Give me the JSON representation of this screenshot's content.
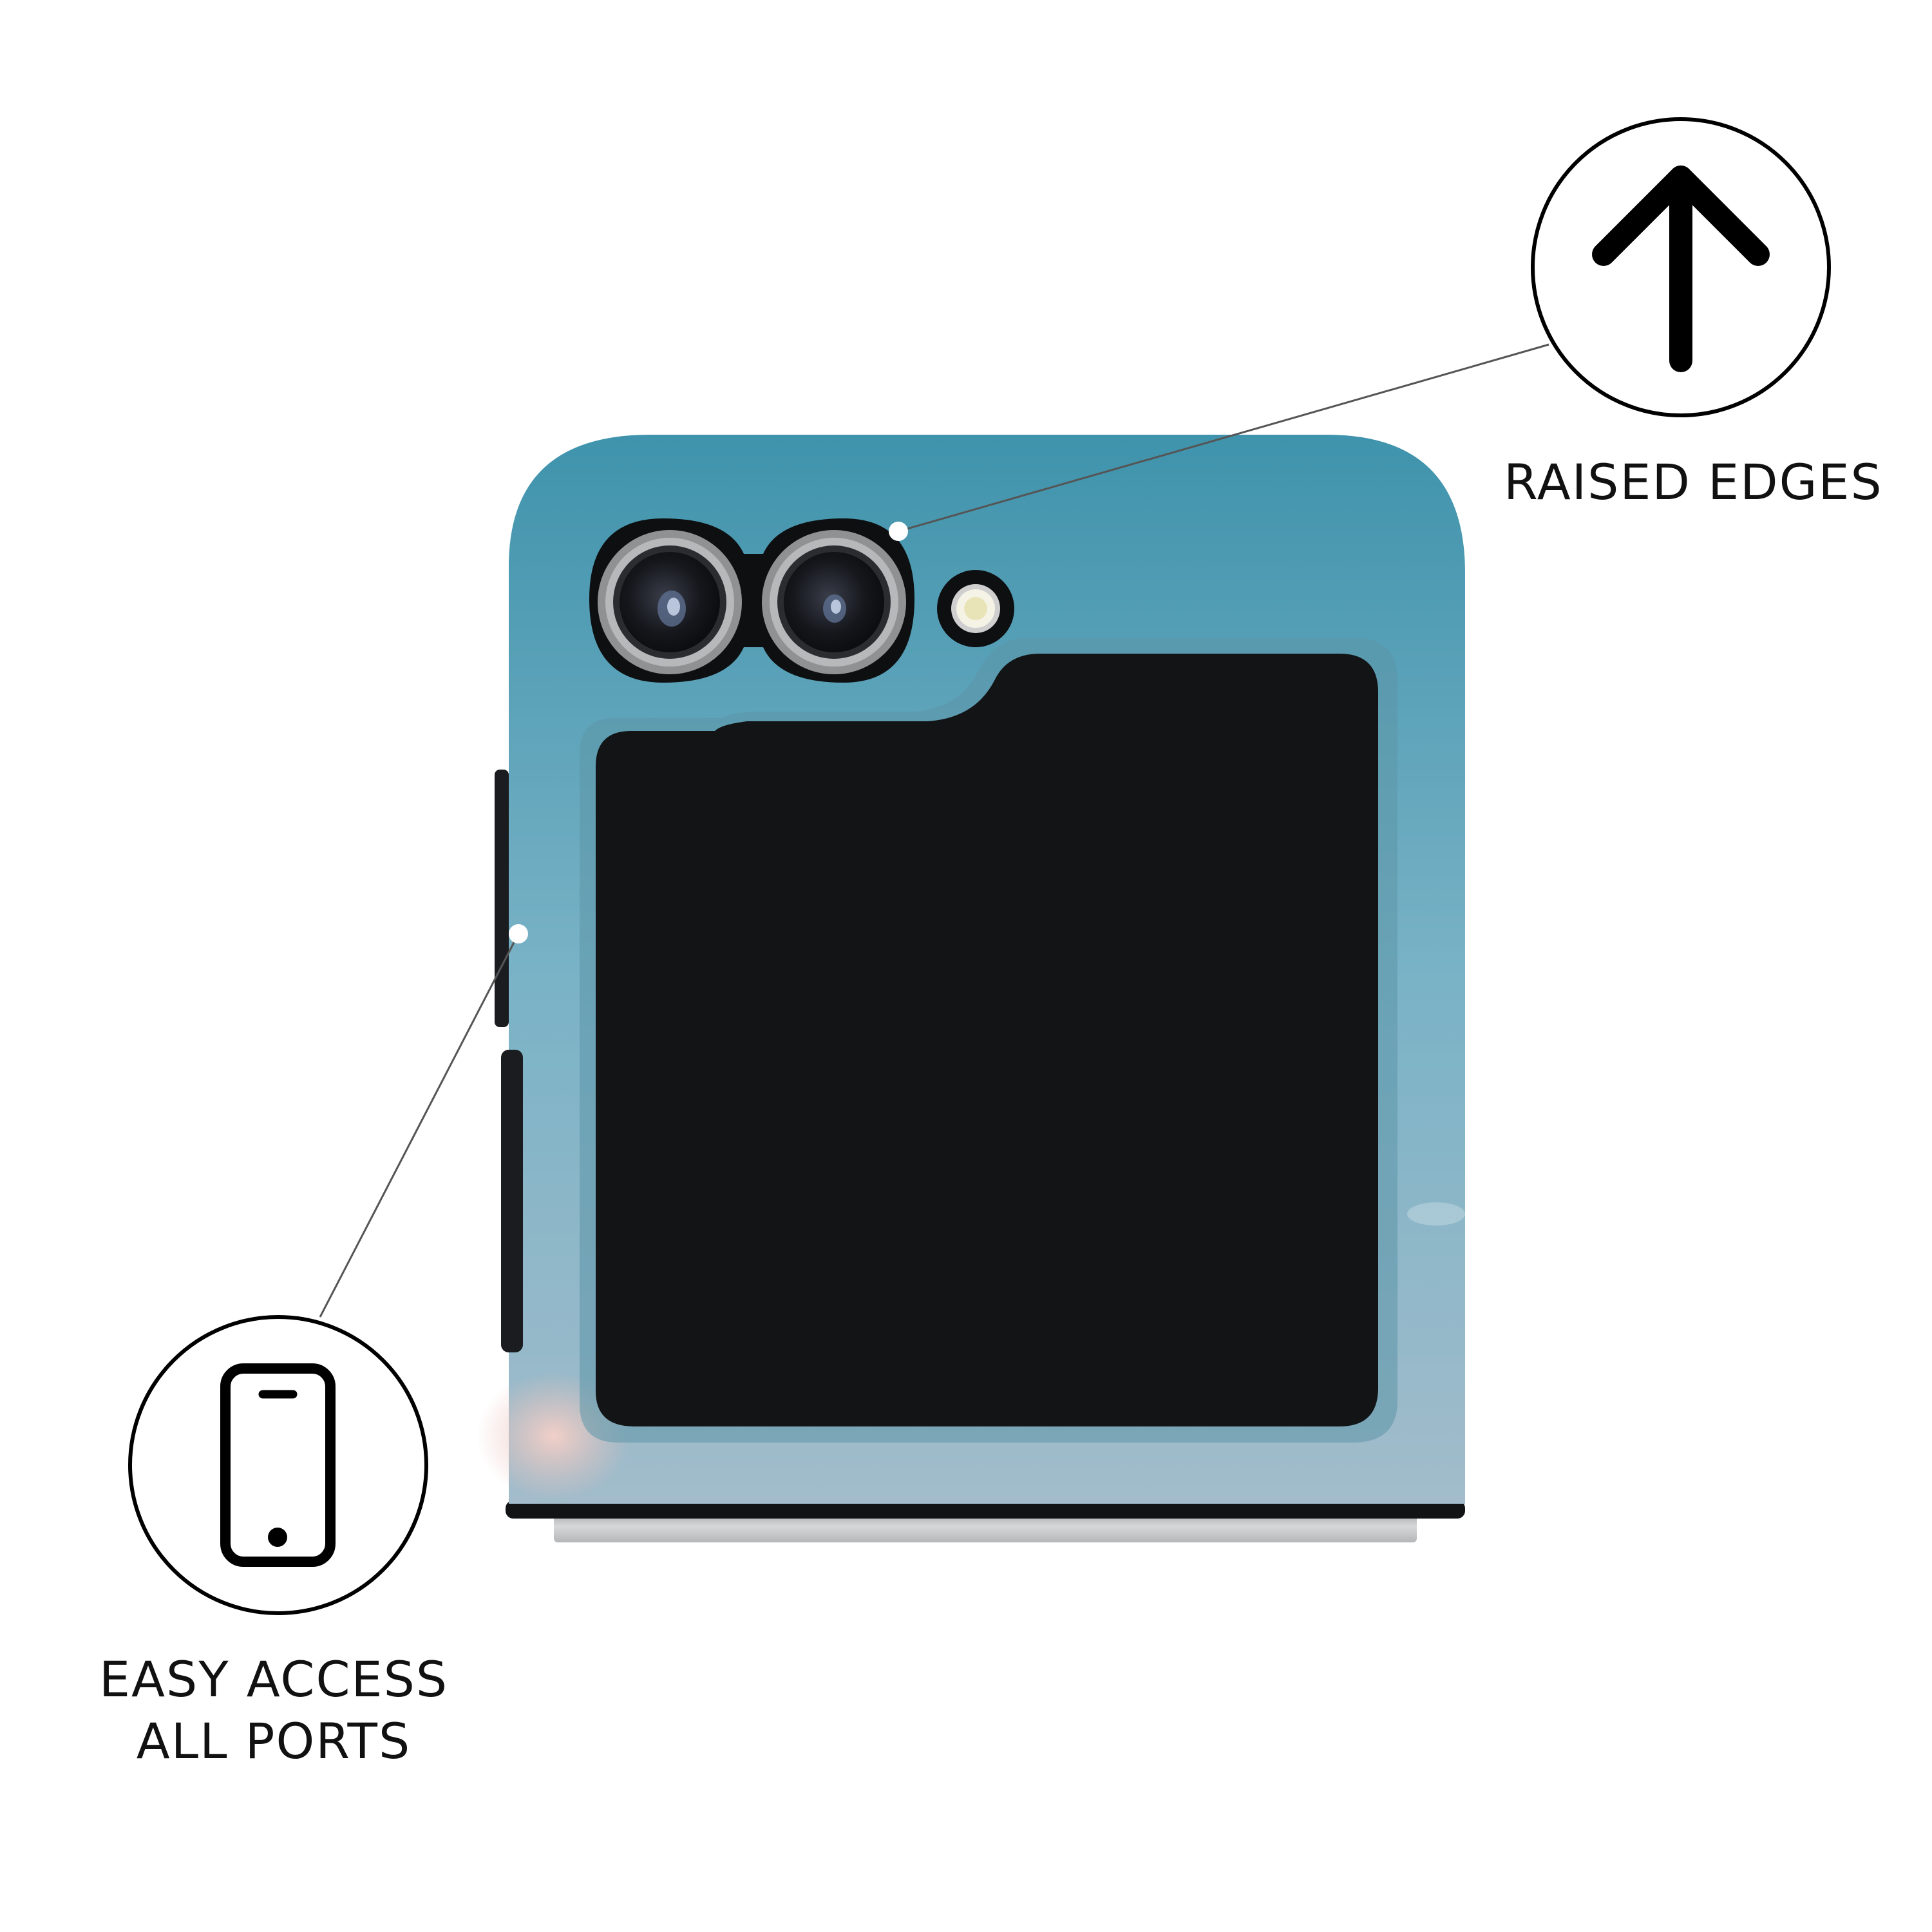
{
  "callouts": {
    "raised_edges": {
      "label": "RAISED EDGES",
      "icon": "arrow-up-icon"
    },
    "easy_access": {
      "line1": "EASY ACCESS",
      "line2": "ALL PORTS",
      "icon": "smartphone-icon"
    }
  },
  "product": {
    "case_colors": {
      "top": "#3f93ac",
      "middle": "#79b2c6",
      "bottom": "#a2bccb",
      "cloud_pink": "#e9c2bb"
    },
    "cover_screen_color": "#121416",
    "hinge_color": "#c5c7c8",
    "lens_ring_color": "#a9a9a9"
  },
  "colors": {
    "text": "#111111",
    "icon_stroke": "#000000",
    "leader_line": "#555555",
    "marker_dot": "#ffffff"
  }
}
